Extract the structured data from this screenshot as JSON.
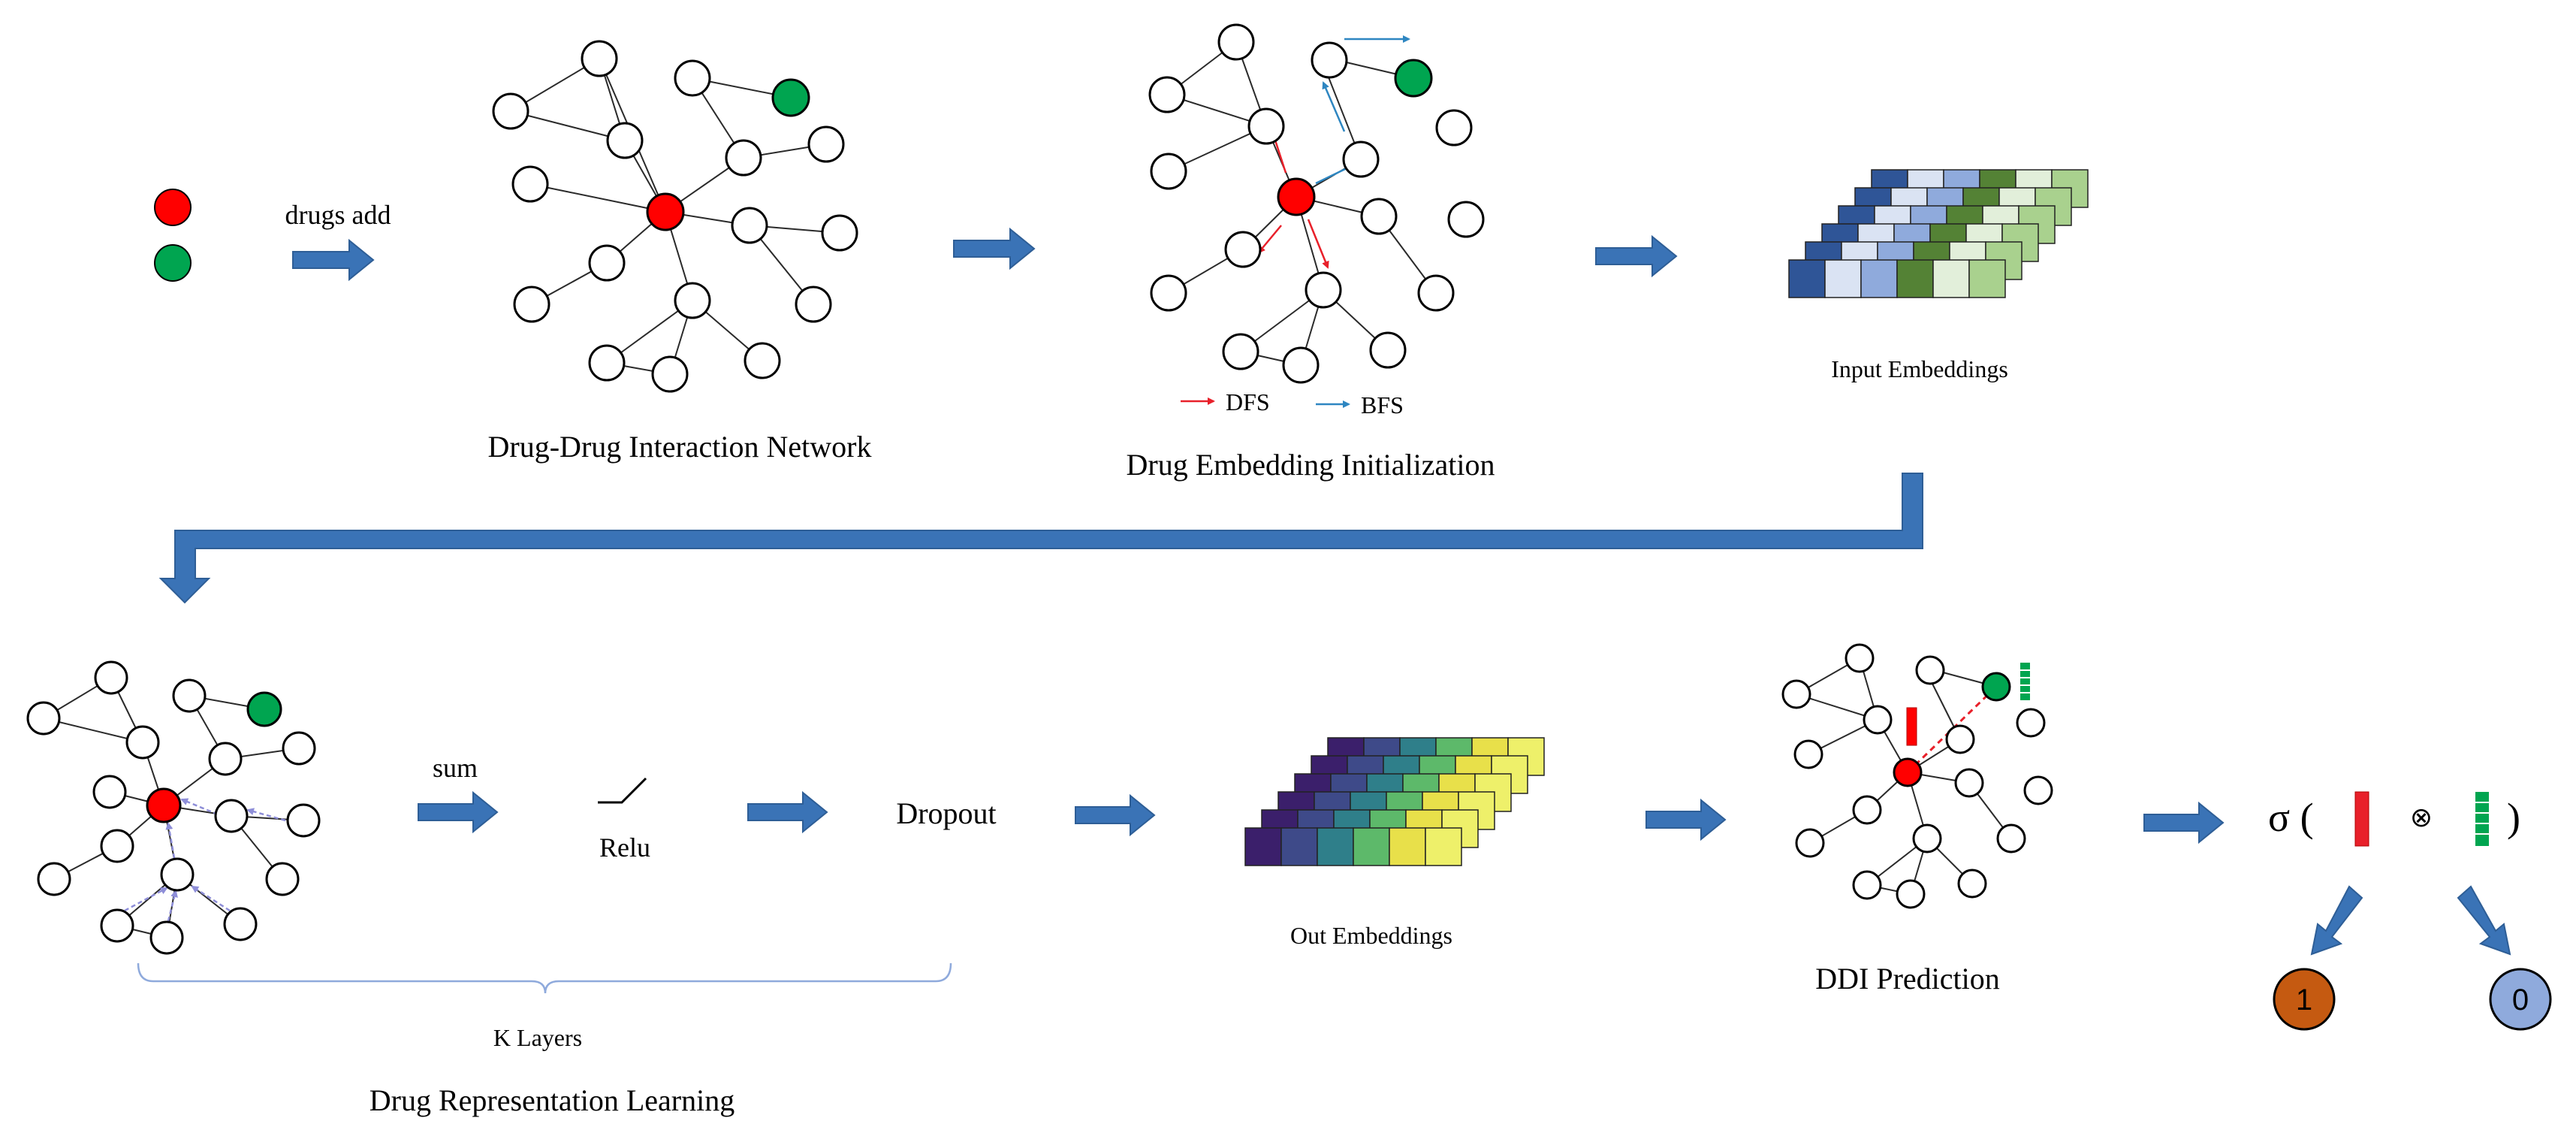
{
  "labels": {
    "drugs_add": "drugs add",
    "ddi_network": "Drug-Drug Interaction Network",
    "embedding_init": "Drug Embedding Initialization",
    "dfs": "DFS",
    "bfs": "BFS",
    "input_embeddings": "Input Embeddings",
    "sum": "sum",
    "relu": "Relu",
    "dropout": "Dropout",
    "out_embeddings": "Out Embeddings",
    "ddi_prediction": "DDI Prediction",
    "k_layers": "K Layers",
    "representation_learning": "Drug Representation Learning",
    "sigma_open": "σ (",
    "otimes": "⊗",
    "close_paren": ")",
    "output_one": "1",
    "output_zero": "0"
  },
  "colors": {
    "drug_red": "#FF0000",
    "drug_green": "#00A550",
    "flow_arrow": "#3A73B6",
    "dfs_arrow": "#E8202A",
    "bfs_arrow": "#2E86C1",
    "output_one": "#C55A11",
    "output_zero": "#8FAADC",
    "input_palette": [
      "#2F5597",
      "#DAE3F3",
      "#8FAADC",
      "#548235",
      "#E2EFDA",
      "#A9D18E"
    ],
    "output_palette": [
      "#3B1F6B",
      "#3E4A89",
      "#2F7F8A",
      "#5DB96A",
      "#E8E04A",
      "#EEF06A"
    ]
  },
  "icons": {
    "relu": "relu-icon",
    "flow": "block-arrow-icon"
  }
}
